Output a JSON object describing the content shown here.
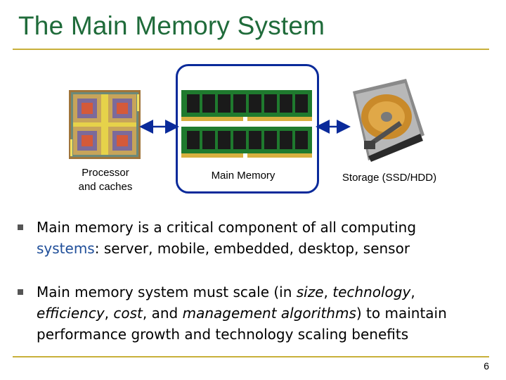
{
  "slide": {
    "title": "The Main Memory System",
    "page_number": "6"
  },
  "diagram": {
    "processor_label_line1": "Processor",
    "processor_label_line2": "and caches",
    "memory_label": "Main Memory",
    "storage_label": "Storage (SSD/HDD)"
  },
  "bullets": {
    "b1": {
      "line1": "Main memory is a critical component of all computing",
      "line2_highlight": "systems",
      "line2_rest": ": server, mobile, embedded, desktop, sensor"
    },
    "b2": {
      "l1_a": "Main memory system must scale (in ",
      "l1_b": "size",
      "l1_c": ", ",
      "l1_d": "technology",
      "l1_e": ",",
      "l2_a": "efficiency",
      "l2_b": ", ",
      "l2_c": "cost",
      "l2_d": ", and ",
      "l2_e": "management algorithms",
      "l2_f": ") to maintain",
      "l3": "performance growth and technology scaling benefits"
    }
  },
  "colors": {
    "title": "#1f6b3a",
    "rule": "#c8b03a",
    "box_border": "#0a2a9a",
    "arrow": "#0a2a9a",
    "highlight": "#1f4e99"
  }
}
